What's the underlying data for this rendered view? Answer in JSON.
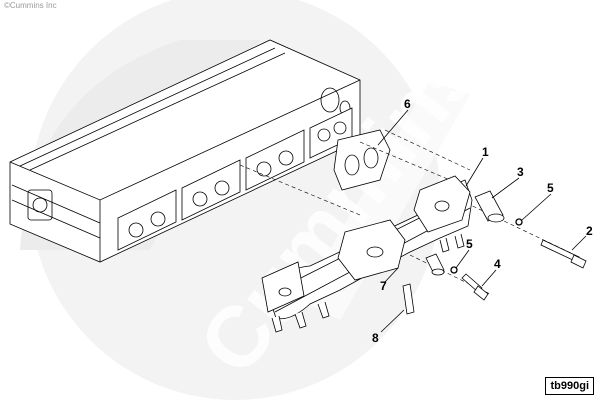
{
  "copyright": "©Cummins Inc",
  "watermark": "Cummins",
  "reference_code": "tb990gi",
  "callouts": [
    "1",
    "2",
    "3",
    "4",
    "5",
    "5",
    "6",
    "7",
    "8"
  ],
  "colors": {
    "line": "#000000",
    "watermark": "#eeeeee",
    "background": "#ffffff"
  }
}
